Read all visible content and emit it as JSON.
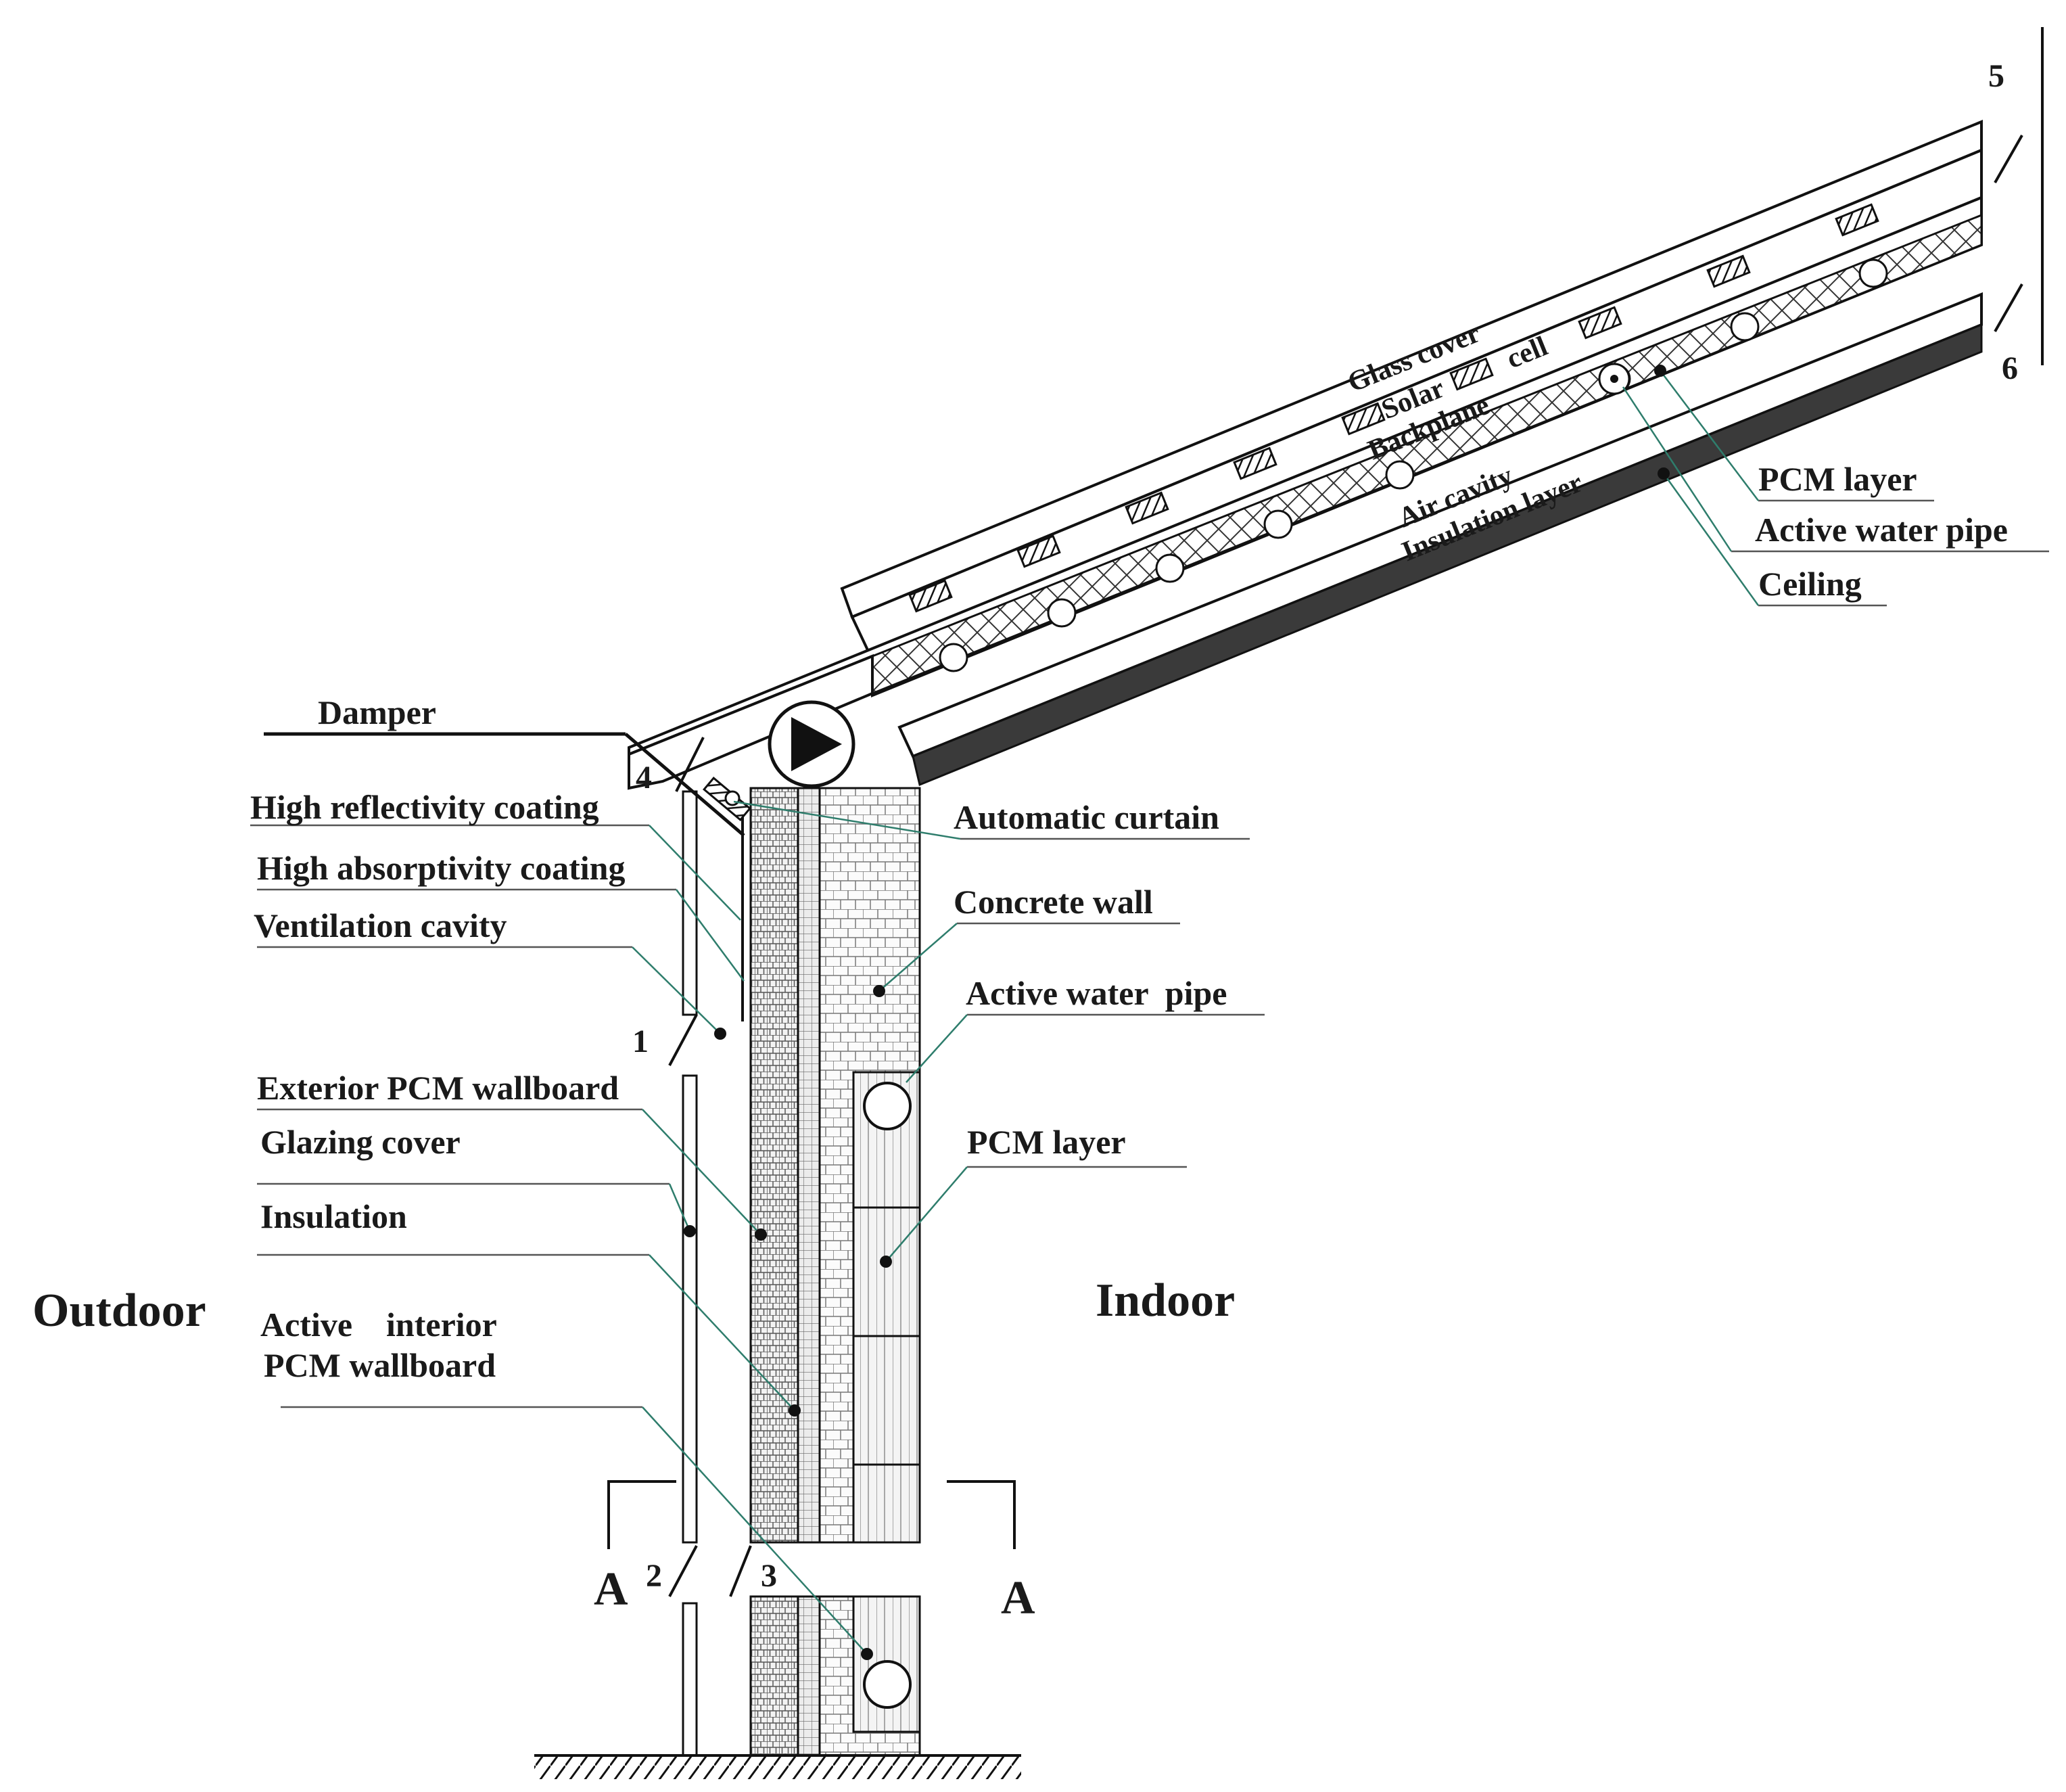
{
  "labels": {
    "damper": "Damper",
    "high_reflectivity": "High reflectivity coating",
    "high_absorptivity": "High absorptivity coating",
    "ventilation_cavity": "Ventilation cavity",
    "exterior_pcm": "Exterior PCM wallboard",
    "glazing_cover": "Glazing cover",
    "insulation": "Insulation",
    "active_interior_1": "Active    interior",
    "active_interior_2": "PCM wallboard",
    "outdoor": "Outdoor",
    "indoor": "Indoor",
    "automatic_curtain": "Automatic curtain",
    "concrete_wall": "Concrete wall",
    "active_water_pipe_wall": "Active water  pipe",
    "pcm_layer_wall": "PCM layer",
    "pcm_layer_roof": "PCM layer",
    "active_water_pipe_roof": "Active water pipe",
    "ceiling": "Ceiling",
    "section_left": "A",
    "section_right": "A"
  },
  "roof_labels": {
    "glass_cover": "Glass cover",
    "solar": "Solar",
    "cell": "cell",
    "backplane": "Backplane",
    "air_cavity": "Air cavity",
    "insulation_layer": "Insulation layer"
  },
  "numbers": {
    "n1": "1",
    "n2": "2",
    "n3": "3",
    "n4": "4",
    "n5": "5",
    "n6": "6"
  }
}
